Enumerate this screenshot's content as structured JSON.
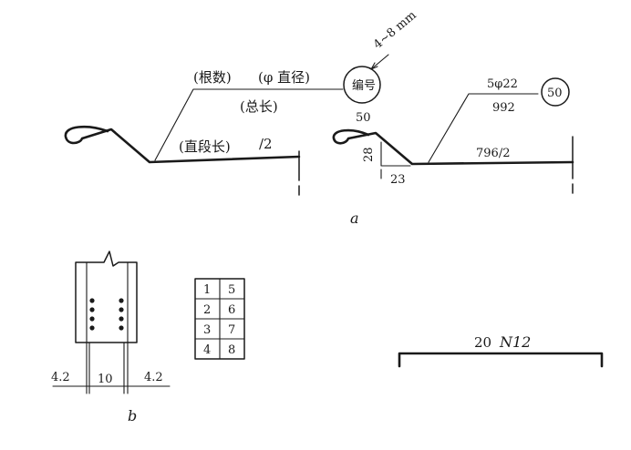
{
  "panel_a": {
    "tag": "a",
    "annotation": {
      "count_label": "(根数)",
      "diameter_label": "(φ 直径)",
      "total_length_label": "(总长)",
      "straight_length_label": "(直段长)",
      "straight_length_div": "/2",
      "number_circle_label": "编号",
      "circle_size_label": "4~8 mm"
    },
    "example": {
      "bar_spec": "5φ22",
      "total_length": "992",
      "bar_number": "50",
      "hook_length": "50",
      "bend_height": "28",
      "bend_offset": "23",
      "straight_length": "796/2"
    }
  },
  "panel_b": {
    "tag": "b",
    "dim_left": "4.2",
    "dim_middle": "10",
    "dim_right": "4.2",
    "grid": [
      [
        "1",
        "5"
      ],
      [
        "2",
        "6"
      ],
      [
        "3",
        "7"
      ],
      [
        "4",
        "8"
      ]
    ]
  },
  "bar_label": {
    "count": "20",
    "type": "N12"
  }
}
